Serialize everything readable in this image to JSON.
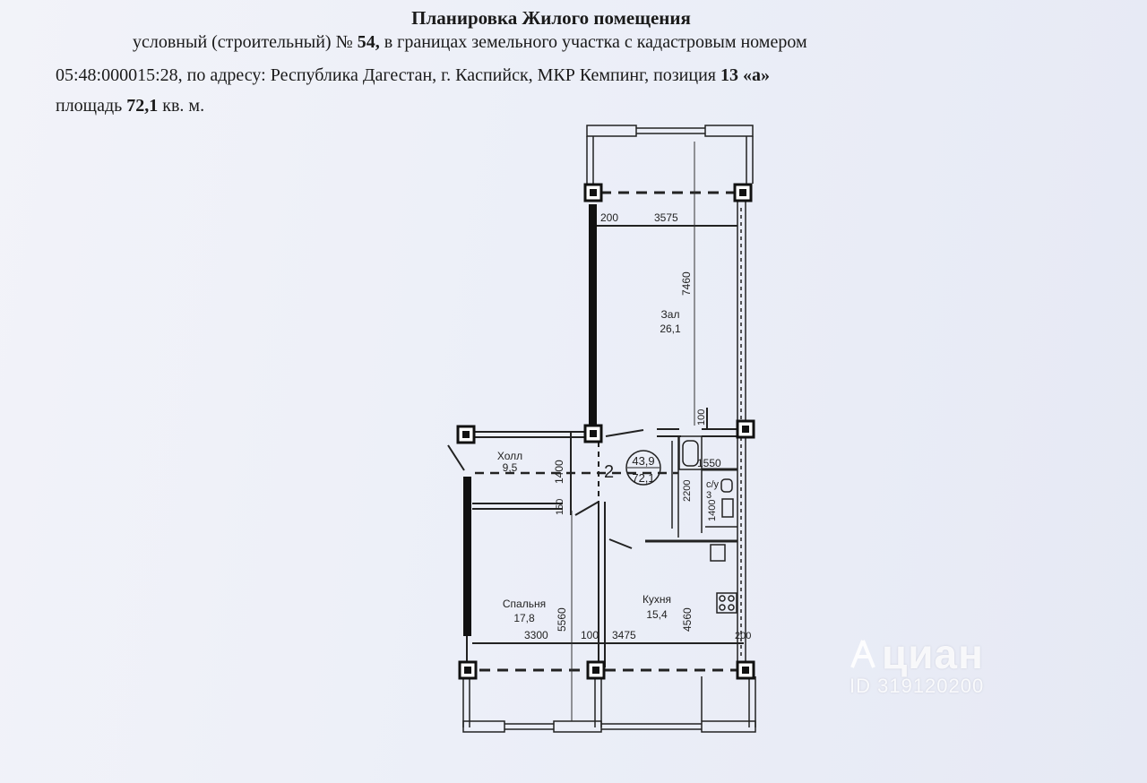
{
  "header": {
    "title": "Планировка Жилого помещения",
    "line1_a": "условный (строительный) № ",
    "line1_num": "54,",
    "line1_b": " в границах земельного участка с кадастровым номером",
    "line2_a": "05:48:000015:28, по адресу: Республика Дагестан, г. Каспийск, МКР Кемпинг, позиция ",
    "line2_pos": "13 «а»",
    "line3_a": "площадь ",
    "line3_area": "72,1",
    "line3_b": " кв. м."
  },
  "rooms": {
    "zal_name": "Зал",
    "zal_area": "26,1",
    "holl_name": "Холл",
    "holl_area": "9,5",
    "spalnya_name": "Спальня",
    "spalnya_area": "17,8",
    "kuhnya_name": "Кухня",
    "kuhnya_area": "15,4",
    "su_name": "с/у",
    "su_area": "3"
  },
  "apartment": {
    "rooms_count": "2",
    "living_area": "43,9",
    "total_area": "72,1"
  },
  "dimensions": {
    "d200": "200",
    "d3575": "3575",
    "d7460": "7460",
    "d100a": "100",
    "d1400": "1400",
    "d150": "150",
    "d1550": "1550",
    "d2200": "2200",
    "d1400b": "1400",
    "d5560": "5560",
    "d4560": "4560",
    "d3300": "3300",
    "d100b": "100",
    "d3475": "3475",
    "d200b": "200"
  },
  "watermark": {
    "brand": "циан",
    "id": "ID 319120200"
  }
}
